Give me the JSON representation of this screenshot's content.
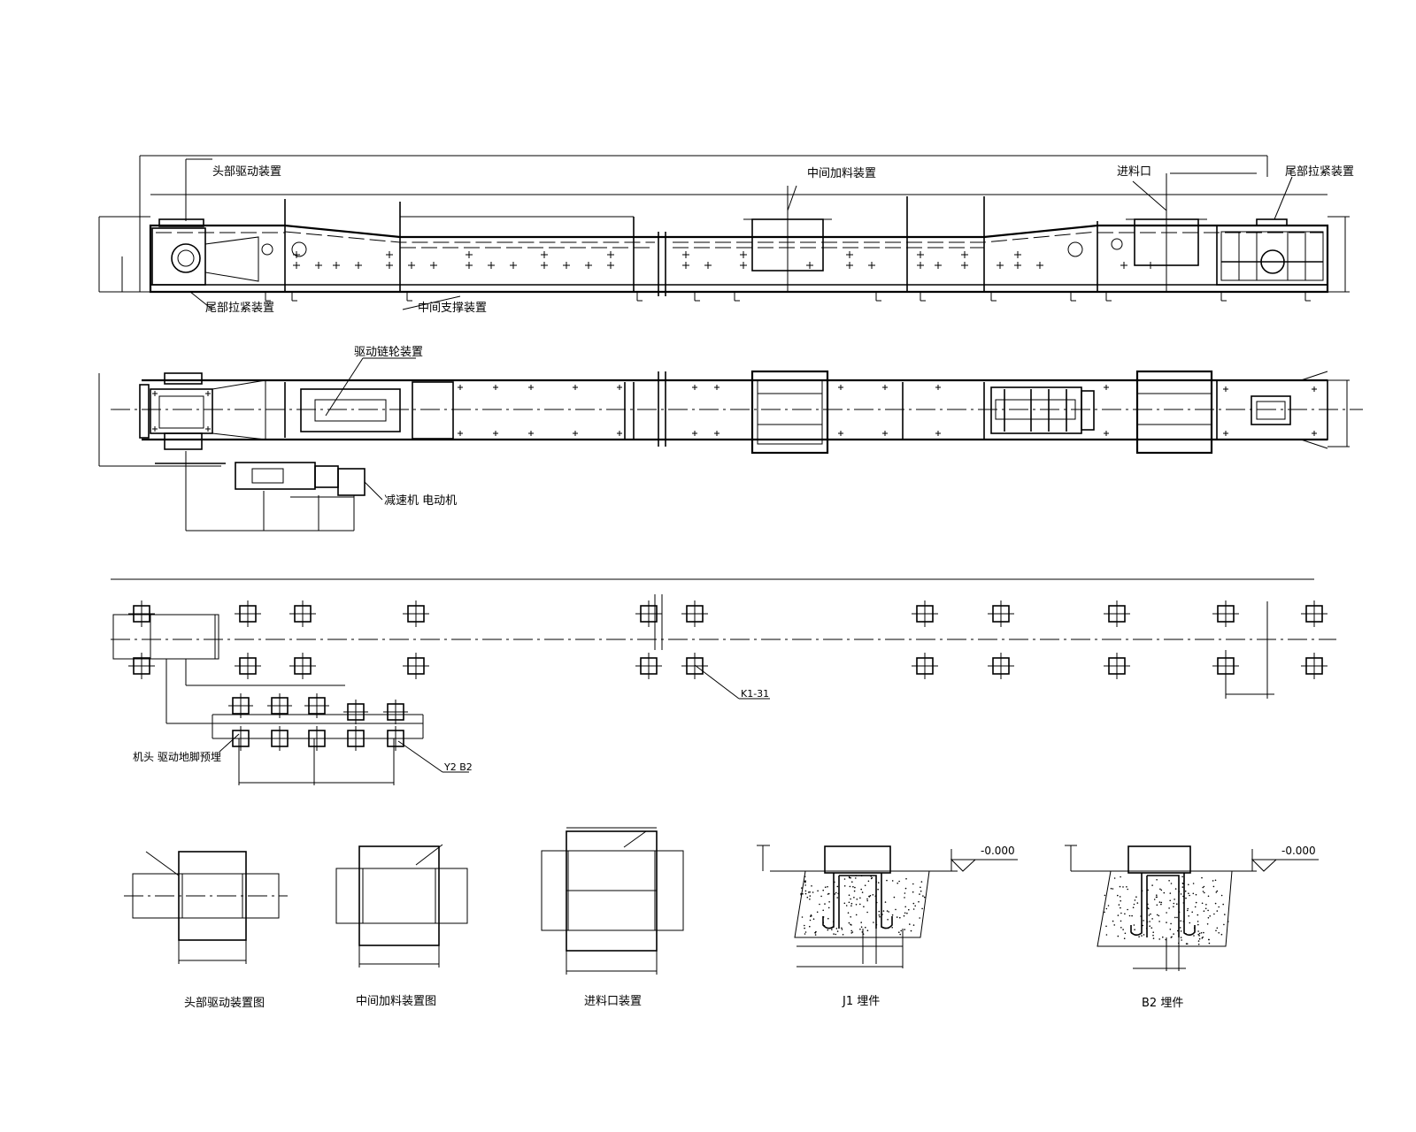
{
  "labels": {
    "elevation_head_label": "头部驱动装置",
    "elevation_tail_label": "尾部拉紧装置",
    "elevation_middle_label": "中间加料装置",
    "elevation_inlet_label": "进料口",
    "elevation_tensioner_label": "尾部拉紧装置",
    "elevation_support_label": "中间支撑装置",
    "plan_drive_label": "驱动链轮装置",
    "plan_motor_label": "减速机 电动机",
    "foundation_embed_a_label": "K1-31",
    "foundation_embed_b_label": "Y2 B2",
    "foundation_left_label": "机头 驱动地脚预埋"
  },
  "details": {
    "detail1_caption": "头部驱动装置图",
    "detail2_caption": "中间加料装置图",
    "detail3_caption": "进料口装置",
    "detail4_caption": "J1 埋件",
    "detail5_caption": "B2 埋件",
    "detail4_level": "-0.000",
    "detail5_level": "-0.000"
  },
  "dims": {
    "top_overall": "——",
    "foundation_overall": "———"
  },
  "colors": {
    "line": "#000000",
    "background": "#ffffff"
  }
}
